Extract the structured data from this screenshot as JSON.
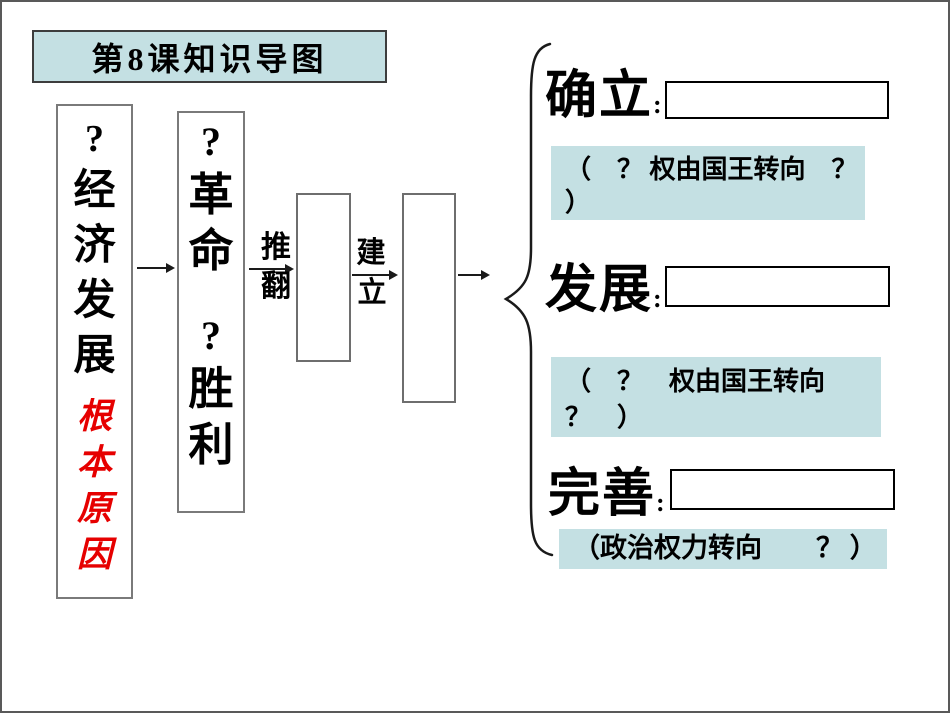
{
  "colors": {
    "note_background": "#c4e0e3",
    "red_annotation": "#e60000",
    "flow_box_border": "#7a7a7a",
    "line_color": "#1a1a1a"
  },
  "title": {
    "text": "第8课知识导图"
  },
  "flow": {
    "cause_box": {
      "chars": [
        "?",
        "经",
        "济",
        "发",
        "展"
      ],
      "note_chars": [
        "根",
        "本",
        "原",
        "因"
      ]
    },
    "revolution_box": {
      "chars_top": [
        "?",
        "革",
        "命"
      ],
      "chars_bottom": [
        "?",
        "胜",
        "利"
      ]
    },
    "overthrow_label": {
      "top": "推",
      "bottom": "翻"
    },
    "establish_label": {
      "top": "建",
      "bottom": "立"
    }
  },
  "outcomes": [
    {
      "heading": "确立",
      "colon": ":",
      "blank_value": "",
      "note_lines": [
        "（　？ 权由国王转向　？",
        "）"
      ]
    },
    {
      "heading": "发展",
      "colon": ":",
      "blank_value": "",
      "note_lines": [
        "（　？　权由国王转向",
        "？　）"
      ]
    },
    {
      "heading": "完善",
      "colon": ":",
      "blank_value": "",
      "note_lines": [
        "（政治权力转向　　？ ）"
      ]
    }
  ]
}
